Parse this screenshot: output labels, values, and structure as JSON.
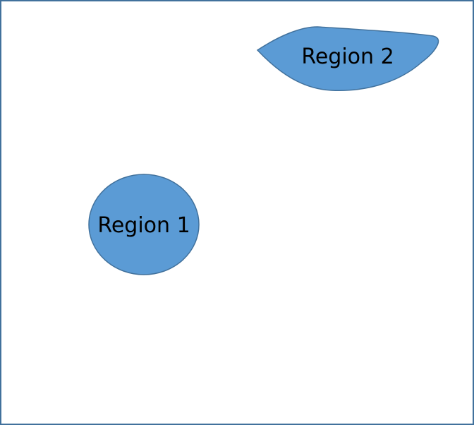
{
  "diagram": {
    "colors": {
      "fill": "#5b9bd5",
      "stroke": "#41719c",
      "border": "#41719c",
      "text": "#000000"
    },
    "regions": [
      {
        "label": "Region 1",
        "shape": "ellipse"
      },
      {
        "label": "Region 2",
        "shape": "teardrop"
      }
    ]
  }
}
